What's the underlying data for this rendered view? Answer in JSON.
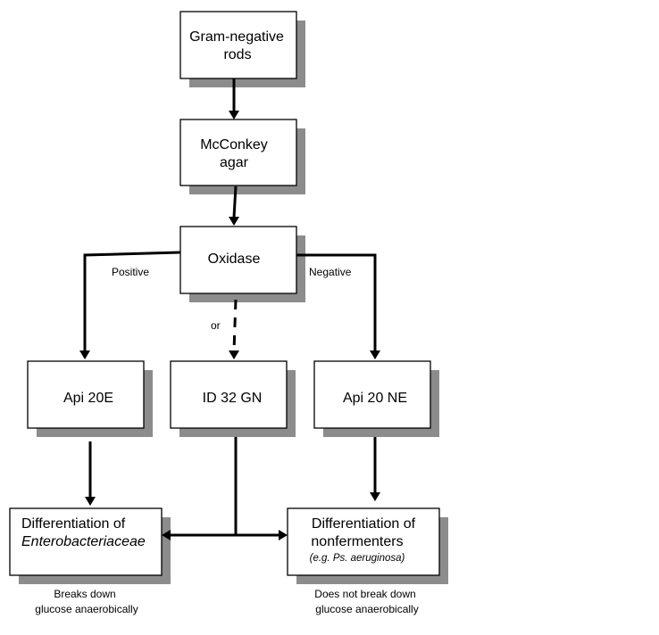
{
  "nodes": {
    "gram": {
      "line1": "Gram-negative",
      "line2": "rods"
    },
    "mcconkey": {
      "line1": "McConkey",
      "line2": "agar"
    },
    "oxidase": {
      "label": "Oxidase"
    },
    "api20e": {
      "label": "Api 20E"
    },
    "id32gn": {
      "label": "ID 32 GN"
    },
    "api20ne": {
      "label": "Api 20 NE"
    },
    "entero": {
      "line1": "Differentiation of",
      "line2": "Enterobacteriaceae"
    },
    "nonferm": {
      "line1": "Differentiation of",
      "line2": "nonfermenters",
      "line3": "(e.g. Ps. aeruginosa)"
    }
  },
  "edge_labels": {
    "positive": "Positive",
    "negative": "Negative",
    "or": "or"
  },
  "notes": {
    "entero": {
      "line1": "Breaks down",
      "line2": "glucose anaerobically"
    },
    "nonferm": {
      "line1": "Does not break down",
      "line2": "glucose anaerobically"
    }
  }
}
